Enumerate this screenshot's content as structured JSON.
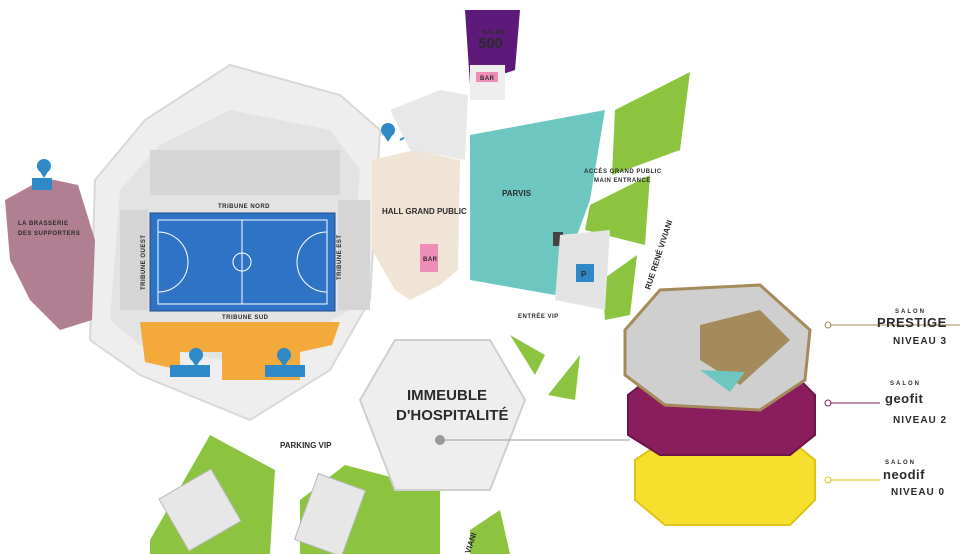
{
  "map": {
    "areas": {
      "brasserie_line1": "LA BRASSERIE",
      "brasserie_line2": "DES SUPPORTERS",
      "tribune_nord": "TRIBUNE NORD",
      "tribune_sud": "TRIBUNE SUD",
      "tribune_ouest": "TRIBUNE OUEST",
      "tribune_est": "TRIBUNE EST",
      "hall": "HALL GRAND PUBLIC",
      "parvis": "PARVIS",
      "acces_line1": "ACCÈS GRAND PUBLIC",
      "acces_line2": "MAIN ENTRANCE",
      "rue": "RUE RENÉ VIVIANI",
      "rue_bottom": "VIANI",
      "entree_vip": "ENTRÉE VIP",
      "parking_vip": "PARKING VIP",
      "immeuble_line1": "IMMEUBLE",
      "immeuble_line2": "D'HOSPITALITÉ",
      "salon500_small": "SALON",
      "salon500_big": "500",
      "bar": "BAR",
      "parking_sign": "P"
    },
    "colors": {
      "court": "#2e73c5",
      "sud_stand": "#f4a93b",
      "brasserie": "#b07f92",
      "parvis": "#6ec6c1",
      "salon500": "#5e1a7a",
      "hall": "#f0e4d6",
      "green": "#8dc43f",
      "grey": "#e4e4e4",
      "prestige": "#a58a5c",
      "geofit": "#8a1d5e",
      "neodif": "#f7df2d",
      "bar": "#f08cb8"
    }
  },
  "legend": [
    {
      "small": "SALON",
      "name": "PRESTIGE",
      "level": "NIVEAU 3",
      "color": "#a58a5c"
    },
    {
      "small": "SALON",
      "name": "geofit",
      "level": "NIVEAU 2",
      "color": "#8a1d5e"
    },
    {
      "small": "SALON",
      "name": "neodif",
      "level": "NIVEAU 0",
      "color": "#e0c21a"
    }
  ]
}
